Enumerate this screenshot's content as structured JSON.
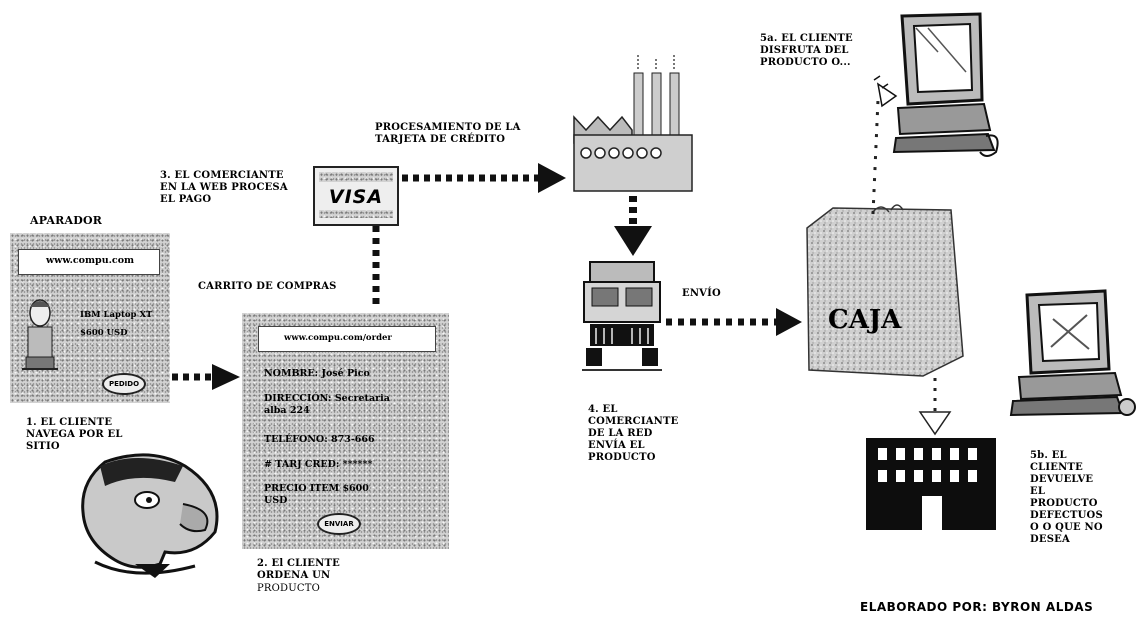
{
  "labels": {
    "aparador": "APARADOR",
    "step1": "1. EL CLIENTE\nNAVEGA POR EL\nSITIO",
    "carrito": "CARRITO DE COMPRAS",
    "step2_line1": "2. El CLIENTE\nORDENA UN",
    "step2_line2": "PRODUCTO",
    "step3": "3. EL COMERCIANTE\nEN LA WEB PROCESA\nEL PAGO",
    "procesamiento": "PROCESAMIENTO DE LA\nTARJETA DE CRÉDITO",
    "envio": "ENVÍO",
    "step4": "4. EL\nCOMERCIANTE\nDE LA RED\nENVÍA EL\nPRODUCTO",
    "caja": "CAJA",
    "step5a": "5a. EL CLIENTE\nDISFRUTA DEL\nPRODUCTO O...",
    "step5b": "5b. EL\nCLIENTE\nDEVUELVE\nEL\nPRODUCTO\nDEFECTUOS\nO O QUE NO\nDESEA",
    "author": "ELABORADO POR: BYRON ALDAS"
  },
  "storefront": {
    "url": "www.compu.com",
    "product": "IBM Laptop XT",
    "price": "$600 USD",
    "button": "PEDIDO"
  },
  "order_form": {
    "url": "www.compu.com/order",
    "nombre": "NOMBRE: José Pico",
    "direccion": "DIRECCIÓN: Secretaria\nalba 224",
    "telefono": "TELÉFONO: 873-666",
    "tarjeta": "# TARJ CRED: ******",
    "precio": "PRECIO ITEM $600\nUSD",
    "button": "ENVIAR"
  },
  "card": {
    "brand": "VISA"
  }
}
